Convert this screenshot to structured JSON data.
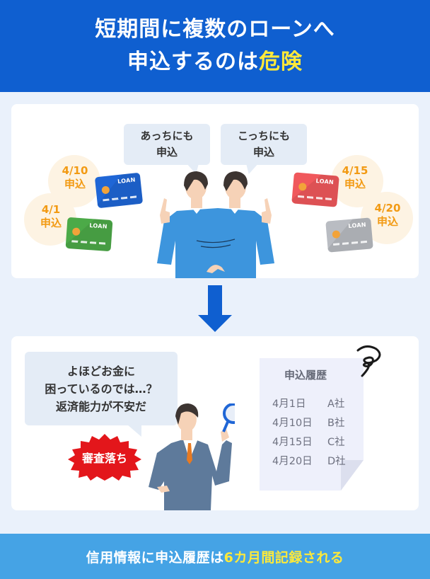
{
  "header": {
    "title_line1": "短期間に複数のローンへ",
    "title_line2_prefix": "申込するのは",
    "title_line2_highlight": "危険"
  },
  "panel_top": {
    "bubble_left": {
      "line1": "あっちにも",
      "line2": "申込"
    },
    "bubble_right": {
      "line1": "こっちにも",
      "line2": "申込"
    },
    "applications": [
      {
        "date": "4/10",
        "label": "申込",
        "card_color": "#1f66d6",
        "card_text": "LOAN"
      },
      {
        "date": "4/1",
        "label": "申込",
        "card_color": "#4caa48",
        "card_text": "LOAN"
      },
      {
        "date": "4/15",
        "label": "申込",
        "card_color": "#f0585c",
        "card_text": "LOAN"
      },
      {
        "date": "4/20",
        "label": "申込",
        "card_color": "#b9bcc2",
        "card_text": "LOAN"
      }
    ]
  },
  "panel_bottom": {
    "bubble": {
      "line1": "よほどお金に",
      "line2": "困っているのでは…？",
      "line3": "返済能力が不安だ"
    },
    "burst_label": "審査落ち",
    "memo": {
      "title": "申込履歴",
      "rows": [
        {
          "date": "4月1日",
          "company": "A社"
        },
        {
          "date": "4月10日",
          "company": "B社"
        },
        {
          "date": "4月15日",
          "company": "C社"
        },
        {
          "date": "4月20日",
          "company": "D社"
        }
      ]
    }
  },
  "footer": {
    "prefix": "信用情報に申込履歴は",
    "highlight": "6カ月間記録される"
  },
  "colors": {
    "header_bg": "#0f5fd0",
    "highlight_yellow": "#fde93a",
    "page_bg": "#eaf1fb",
    "footer_bg": "#45a3e5",
    "date_orange": "#f29a13",
    "burst_red": "#e3161b"
  }
}
